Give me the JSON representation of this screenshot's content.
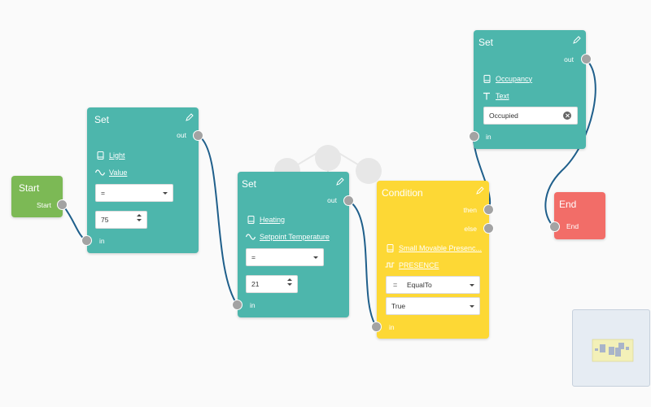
{
  "colors": {
    "set_node": "#4db6ac",
    "start_node": "#7cb955",
    "condition_node": "#fdd835",
    "end_node": "#f26d68",
    "wire": "#1f5f8b",
    "port": "#a3a3a3"
  },
  "nodes": {
    "start": {
      "title": "Start",
      "out_label": "Start"
    },
    "set_light": {
      "title": "Set",
      "out_label": "out",
      "in_label": "in",
      "device_icon": "device-icon",
      "device": "Light",
      "property_icon": "wave-icon",
      "property": "Value",
      "operator": "=",
      "value": "75"
    },
    "set_heating": {
      "title": "Set",
      "out_label": "out",
      "in_label": "in",
      "device_icon": "device-icon",
      "device": "Heating",
      "property_icon": "wave-icon",
      "property": "Setpoint Temperature",
      "operator": "=",
      "value": "21"
    },
    "condition": {
      "title": "Condition",
      "then_label": "then",
      "else_label": "else",
      "in_label": "in",
      "device_icon": "device-icon",
      "device": "Small Movable Presenc...",
      "property_icon": "signal-icon",
      "property": "PRESENCE",
      "operator_symbol": "=",
      "operator": "EqualTo",
      "value": "True"
    },
    "set_occupancy": {
      "title": "Set",
      "out_label": "out",
      "in_label": "in",
      "device_icon": "device-icon",
      "device": "Occupancy",
      "property_icon": "text-icon",
      "property": "Text",
      "value": "Occupied"
    },
    "end": {
      "title": "End",
      "in_label": "End"
    }
  }
}
